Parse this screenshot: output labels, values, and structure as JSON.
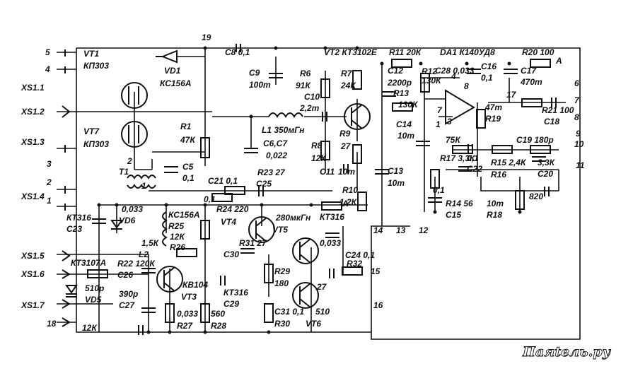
{
  "labels": [
    "19",
    "5",
    "4",
    "XS1.1",
    "XS1.2",
    "XS1.3",
    "XS1.4",
    "XS1.5",
    "XS1.6",
    "XS1.7",
    "3",
    "2",
    "1",
    "18",
    "VT1",
    "КП303",
    "VD1",
    "КС156А",
    "VT7",
    "КП303",
    "R1",
    "47К",
    "C5",
    "0,1",
    "T1",
    "2",
    "1",
    "C8 0,1",
    "C9",
    "100m",
    "L1 350мГн",
    "C6,C7",
    "0,022",
    "R6",
    "91К",
    "C10",
    "2,2m",
    "R8",
    "12К",
    "VT2 КТ3102Е",
    "R7",
    "24К",
    "R9",
    "27",
    "C11",
    "10m",
    "R10",
    "1,2К",
    "A",
    "C13",
    "10m",
    "C12",
    "2200р",
    "R11 20К",
    "R12",
    "130К",
    "R13",
    "130К",
    "C14",
    "10m",
    "DA1 К140УД8",
    "R20 100",
    "C16",
    "0,1",
    "C17",
    "470m",
    "A",
    "6",
    "7",
    "8",
    "9",
    "10",
    "11",
    "12",
    "13",
    "14",
    "15",
    "16",
    "17",
    "R21 100",
    "C18",
    "47m",
    "R19",
    "75К",
    "C19 180р",
    "R17 3,3К",
    "R15 2,4К",
    "R16",
    "3,3К",
    "C20",
    "0,1",
    "C22",
    "0,1",
    "R14 56",
    "C15",
    "10m",
    "R18",
    "820",
    "C21 0,1",
    "R23 27",
    "C25",
    "0,1",
    "R24 220",
    "VT4",
    "КТ316",
    "C23",
    "0,033",
    "VD6",
    "КС156А",
    "R25",
    "12К",
    "R26",
    "1,5К",
    "L2",
    "280мкГн",
    "VT5",
    "КТ316",
    "R31 27",
    "C30",
    "0,033",
    "C24 0,1",
    "R29",
    "180",
    "R32",
    "27",
    "C31 0,1",
    "R30",
    "510",
    "VT6",
    "КТ3107А",
    "R22 120К",
    "C26",
    "390р",
    "C27",
    "510р",
    "VD5",
    "КВ104",
    "VT3",
    "КТ316",
    "C29",
    "0,033",
    "R27",
    "560",
    "R28",
    "12К",
    "C28 0,033",
    "4",
    "8",
    "7",
    "1",
    "3",
    "5"
  ],
  "watermark": "Паяtель.ру"
}
